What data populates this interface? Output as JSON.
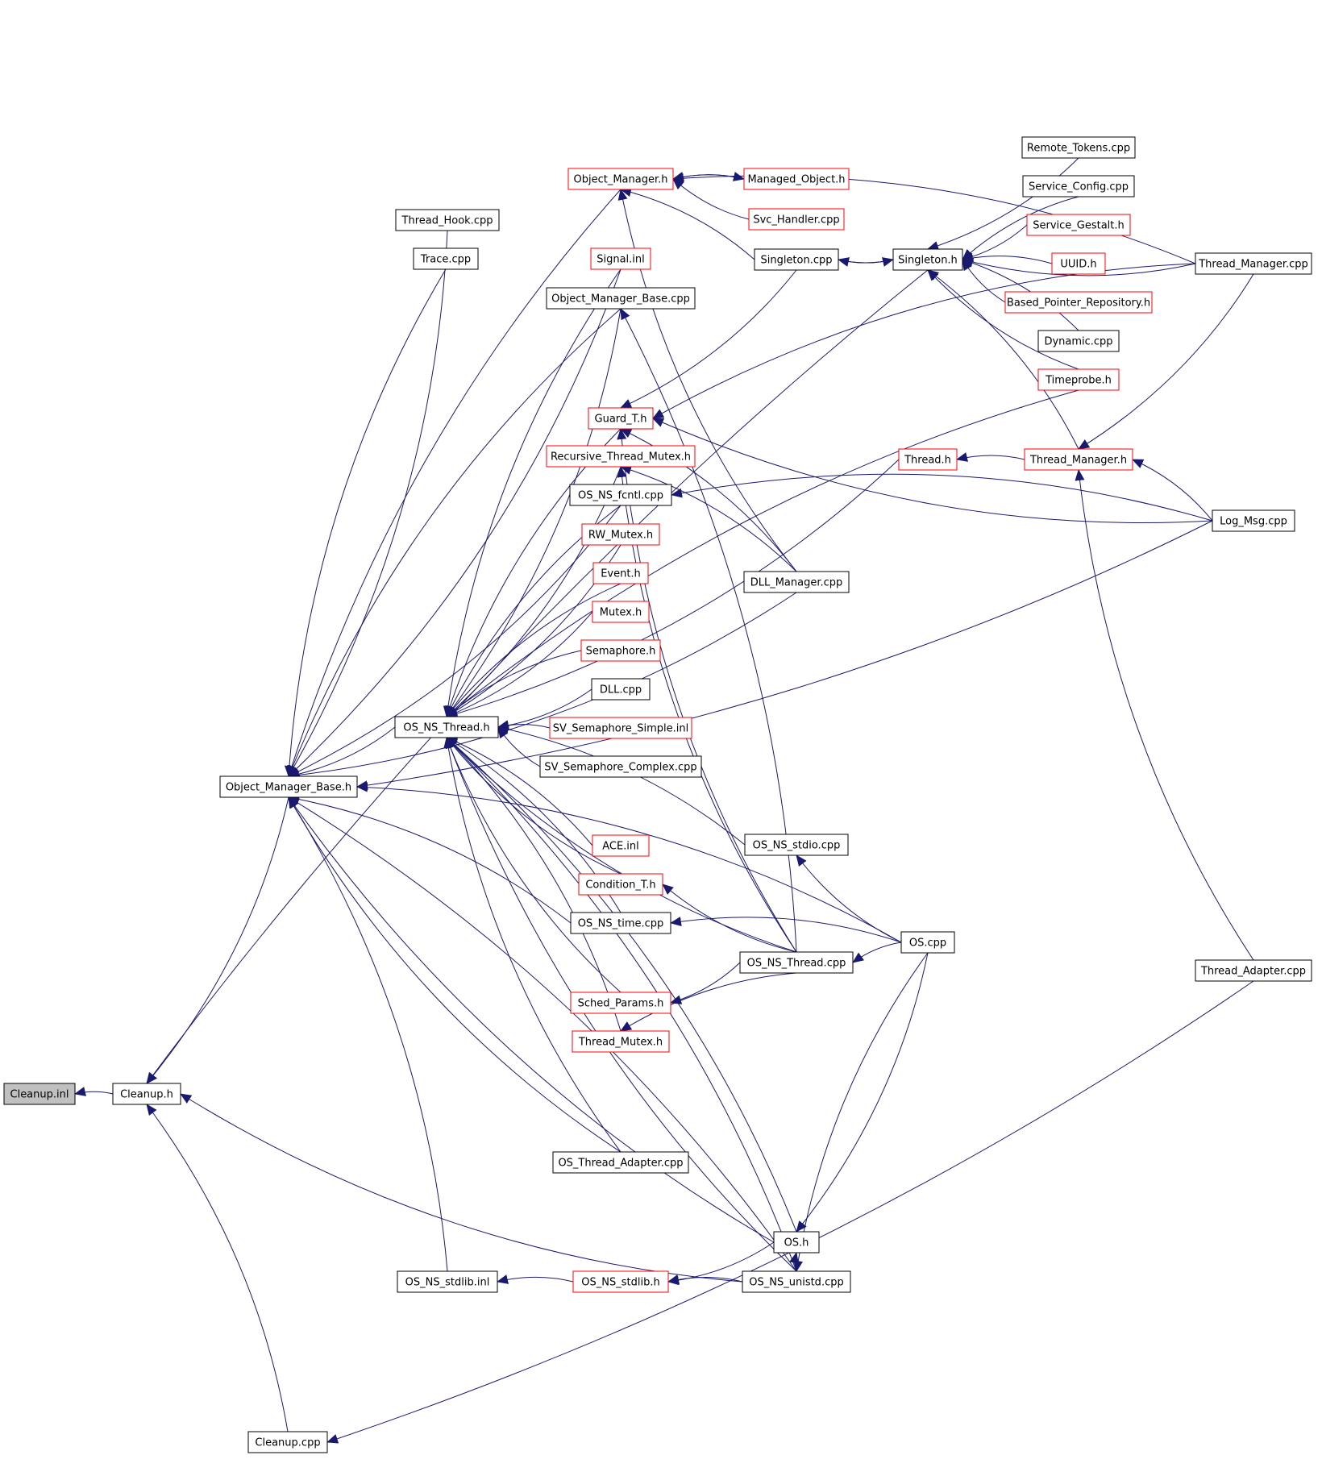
{
  "colors": {
    "edge": "#191970",
    "arrow": "#191970",
    "border_normal": "#000000",
    "border_truncated": "#ff0000",
    "fill_root": "#c0c0c0",
    "fill_node": "#ffffff"
  },
  "nodes": [
    {
      "id": "cleanup_inl",
      "label": "Cleanup.inl",
      "root": true,
      "truncated": false
    },
    {
      "id": "cleanup_h",
      "label": "Cleanup.h",
      "truncated": false
    },
    {
      "id": "object_manager_base_h",
      "label": "Object_Manager_Base.h",
      "truncated": false
    },
    {
      "id": "cleanup_cpp",
      "label": "Cleanup.cpp",
      "truncated": false
    },
    {
      "id": "thread_hook_cpp",
      "label": "Thread_Hook.cpp",
      "truncated": false
    },
    {
      "id": "trace_cpp",
      "label": "Trace.cpp",
      "truncated": false
    },
    {
      "id": "os_ns_thread_h",
      "label": "OS_NS_Thread.h",
      "truncated": false
    },
    {
      "id": "os_ns_stdlib_inl",
      "label": "OS_NS_stdlib.inl",
      "truncated": false
    },
    {
      "id": "object_manager_h",
      "label": "Object_Manager.h",
      "truncated": true
    },
    {
      "id": "signal_inl",
      "label": "Signal.inl",
      "truncated": true
    },
    {
      "id": "object_manager_base_cpp",
      "label": "Object_Manager_Base.cpp",
      "truncated": false
    },
    {
      "id": "guard_t_h",
      "label": "Guard_T.h",
      "truncated": true
    },
    {
      "id": "recursive_thread_mutex_h",
      "label": "Recursive_Thread_Mutex.h",
      "truncated": true
    },
    {
      "id": "os_ns_fcntl_cpp",
      "label": "OS_NS_fcntl.cpp",
      "truncated": false
    },
    {
      "id": "rw_mutex_h",
      "label": "RW_Mutex.h",
      "truncated": true
    },
    {
      "id": "event_h",
      "label": "Event.h",
      "truncated": true
    },
    {
      "id": "mutex_h",
      "label": "Mutex.h",
      "truncated": true
    },
    {
      "id": "semaphore_h",
      "label": "Semaphore.h",
      "truncated": true
    },
    {
      "id": "dll_cpp",
      "label": "DLL.cpp",
      "truncated": false
    },
    {
      "id": "sv_semaphore_simple_inl",
      "label": "SV_Semaphore_Simple.inl",
      "truncated": true
    },
    {
      "id": "sv_semaphore_complex_cpp",
      "label": "SV_Semaphore_Complex.cpp",
      "truncated": false
    },
    {
      "id": "ace_inl",
      "label": "ACE.inl",
      "truncated": true
    },
    {
      "id": "condition_t_h",
      "label": "Condition_T.h",
      "truncated": true
    },
    {
      "id": "os_ns_time_cpp",
      "label": "OS_NS_time.cpp",
      "truncated": false
    },
    {
      "id": "sched_params_h",
      "label": "Sched_Params.h",
      "truncated": true
    },
    {
      "id": "thread_mutex_h",
      "label": "Thread_Mutex.h",
      "truncated": true
    },
    {
      "id": "os_thread_adapter_cpp",
      "label": "OS_Thread_Adapter.cpp",
      "truncated": false
    },
    {
      "id": "os_ns_stdlib_h",
      "label": "OS_NS_stdlib.h",
      "truncated": true
    },
    {
      "id": "managed_object_h",
      "label": "Managed_Object.h",
      "truncated": true
    },
    {
      "id": "svc_handler_cpp",
      "label": "Svc_Handler.cpp",
      "truncated": true
    },
    {
      "id": "singleton_cpp",
      "label": "Singleton.cpp",
      "truncated": false
    },
    {
      "id": "dll_manager_cpp",
      "label": "DLL_Manager.cpp",
      "truncated": false
    },
    {
      "id": "os_ns_stdio_cpp",
      "label": "OS_NS_stdio.cpp",
      "truncated": false
    },
    {
      "id": "os_ns_thread_cpp",
      "label": "OS_NS_Thread.cpp",
      "truncated": false
    },
    {
      "id": "os_h",
      "label": "OS.h",
      "truncated": false
    },
    {
      "id": "os_ns_unistd_cpp",
      "label": "OS_NS_unistd.cpp",
      "truncated": false
    },
    {
      "id": "singleton_h",
      "label": "Singleton.h",
      "truncated": false
    },
    {
      "id": "thread_h",
      "label": "Thread.h",
      "truncated": true
    },
    {
      "id": "os_cpp",
      "label": "OS.cpp",
      "truncated": false
    },
    {
      "id": "remote_tokens_cpp",
      "label": "Remote_Tokens.cpp",
      "truncated": false
    },
    {
      "id": "service_config_cpp",
      "label": "Service_Config.cpp",
      "truncated": false
    },
    {
      "id": "service_gestalt_h",
      "label": "Service_Gestalt.h",
      "truncated": true
    },
    {
      "id": "uuid_h",
      "label": "UUID.h",
      "truncated": true
    },
    {
      "id": "based_pointer_repository_h",
      "label": "Based_Pointer_Repository.h",
      "truncated": true
    },
    {
      "id": "dynamic_cpp",
      "label": "Dynamic.cpp",
      "truncated": false
    },
    {
      "id": "timeprobe_h",
      "label": "Timeprobe.h",
      "truncated": true
    },
    {
      "id": "thread_manager_h",
      "label": "Thread_Manager.h",
      "truncated": true
    },
    {
      "id": "thread_manager_cpp",
      "label": "Thread_Manager.cpp",
      "truncated": false
    },
    {
      "id": "log_msg_cpp",
      "label": "Log_Msg.cpp",
      "truncated": false
    },
    {
      "id": "thread_adapter_cpp",
      "label": "Thread_Adapter.cpp",
      "truncated": false
    }
  ],
  "edges": [
    [
      "cleanup_h",
      "cleanup_inl"
    ],
    [
      "object_manager_base_h",
      "cleanup_h"
    ],
    [
      "cleanup_cpp",
      "cleanup_h"
    ],
    [
      "os_ns_unistd_cpp",
      "cleanup_h"
    ],
    [
      "singleton_h",
      "cleanup_h"
    ],
    [
      "os_ns_thread_h",
      "object_manager_base_h"
    ],
    [
      "object_manager_h",
      "object_manager_base_h"
    ],
    [
      "thread_hook_cpp",
      "object_manager_base_h"
    ],
    [
      "trace_cpp",
      "object_manager_base_h"
    ],
    [
      "signal_inl",
      "object_manager_base_h"
    ],
    [
      "object_manager_base_cpp",
      "object_manager_base_h"
    ],
    [
      "os_ns_fcntl_cpp",
      "object_manager_base_h"
    ],
    [
      "os_ns_time_cpp",
      "object_manager_base_h"
    ],
    [
      "os_thread_adapter_cpp",
      "object_manager_base_h"
    ],
    [
      "os_ns_stdlib_inl",
      "object_manager_base_h"
    ],
    [
      "os_h",
      "object_manager_base_h"
    ],
    [
      "os_ns_unistd_cpp",
      "object_manager_base_h"
    ],
    [
      "log_msg_cpp",
      "object_manager_base_h"
    ],
    [
      "os_cpp",
      "object_manager_base_h"
    ],
    [
      "dll_manager_cpp",
      "object_manager_base_h"
    ],
    [
      "signal_inl",
      "os_ns_thread_h"
    ],
    [
      "object_manager_base_cpp",
      "os_ns_thread_h"
    ],
    [
      "guard_t_h",
      "os_ns_thread_h"
    ],
    [
      "recursive_thread_mutex_h",
      "os_ns_thread_h"
    ],
    [
      "os_ns_fcntl_cpp",
      "os_ns_thread_h"
    ],
    [
      "rw_mutex_h",
      "os_ns_thread_h"
    ],
    [
      "event_h",
      "os_ns_thread_h"
    ],
    [
      "mutex_h",
      "os_ns_thread_h"
    ],
    [
      "semaphore_h",
      "os_ns_thread_h"
    ],
    [
      "dll_cpp",
      "os_ns_thread_h"
    ],
    [
      "sv_semaphore_simple_inl",
      "os_ns_thread_h"
    ],
    [
      "sv_semaphore_complex_cpp",
      "os_ns_thread_h"
    ],
    [
      "ace_inl",
      "os_ns_thread_h"
    ],
    [
      "condition_t_h",
      "os_ns_thread_h"
    ],
    [
      "os_ns_time_cpp",
      "os_ns_thread_h"
    ],
    [
      "sched_params_h",
      "os_ns_thread_h"
    ],
    [
      "thread_mutex_h",
      "os_ns_thread_h"
    ],
    [
      "os_thread_adapter_cpp",
      "os_ns_thread_h"
    ],
    [
      "os_ns_stdio_cpp",
      "os_ns_thread_h"
    ],
    [
      "os_ns_thread_cpp",
      "os_ns_thread_h"
    ],
    [
      "os_h",
      "os_ns_thread_h"
    ],
    [
      "os_ns_unistd_cpp",
      "os_ns_thread_h"
    ],
    [
      "timeprobe_h",
      "os_ns_thread_h"
    ],
    [
      "thread_h",
      "os_ns_thread_h"
    ],
    [
      "os_ns_stdlib_h",
      "os_ns_stdlib_inl"
    ],
    [
      "os_h",
      "os_ns_stdlib_h"
    ],
    [
      "os_ns_unistd_cpp",
      "os_ns_stdlib_h"
    ],
    [
      "thread_adapter_cpp",
      "cleanup_cpp"
    ],
    [
      "managed_object_h",
      "object_manager_h"
    ],
    [
      "svc_handler_cpp",
      "object_manager_h"
    ],
    [
      "singleton_cpp",
      "object_manager_h"
    ],
    [
      "dll_manager_cpp",
      "object_manager_h"
    ],
    [
      "thread_manager_cpp",
      "object_manager_h"
    ],
    [
      "object_manager_h",
      "managed_object_h"
    ],
    [
      "os_ns_thread_cpp",
      "object_manager_base_cpp"
    ],
    [
      "singleton_cpp",
      "guard_t_h"
    ],
    [
      "dll_manager_cpp",
      "guard_t_h"
    ],
    [
      "log_msg_cpp",
      "guard_t_h"
    ],
    [
      "thread_manager_cpp",
      "guard_t_h"
    ],
    [
      "os_ns_thread_cpp",
      "guard_t_h"
    ],
    [
      "dll_manager_cpp",
      "recursive_thread_mutex_h"
    ],
    [
      "os_ns_thread_cpp",
      "recursive_thread_mutex_h"
    ],
    [
      "log_msg_cpp",
      "os_ns_fcntl_cpp"
    ],
    [
      "os_ns_thread_cpp",
      "condition_t_h"
    ],
    [
      "os_cpp",
      "os_ns_time_cpp"
    ],
    [
      "os_ns_thread_cpp",
      "sched_params_h"
    ],
    [
      "os_ns_thread_cpp",
      "thread_mutex_h"
    ],
    [
      "os_ns_unistd_cpp",
      "os_h"
    ],
    [
      "os_ns_unistd_cpp",
      "os_ns_thread_h"
    ],
    [
      "os_cpp",
      "os_ns_stdio_cpp"
    ],
    [
      "os_cpp",
      "os_ns_thread_cpp"
    ],
    [
      "os_cpp",
      "os_h"
    ],
    [
      "os_cpp",
      "os_ns_unistd_cpp"
    ],
    [
      "singleton_h",
      "singleton_cpp"
    ],
    [
      "singleton_cpp",
      "singleton_h"
    ],
    [
      "remote_tokens_cpp",
      "singleton_h"
    ],
    [
      "service_config_cpp",
      "singleton_h"
    ],
    [
      "service_gestalt_h",
      "singleton_h"
    ],
    [
      "uuid_h",
      "singleton_h"
    ],
    [
      "based_pointer_repository_h",
      "singleton_h"
    ],
    [
      "dynamic_cpp",
      "singleton_h"
    ],
    [
      "timeprobe_h",
      "singleton_h"
    ],
    [
      "thread_manager_h",
      "singleton_h"
    ],
    [
      "thread_manager_cpp",
      "singleton_h"
    ],
    [
      "thread_manager_h",
      "thread_h"
    ],
    [
      "thread_manager_cpp",
      "thread_manager_h"
    ],
    [
      "log_msg_cpp",
      "thread_manager_h"
    ],
    [
      "thread_adapter_cpp",
      "thread_manager_h"
    ]
  ]
}
